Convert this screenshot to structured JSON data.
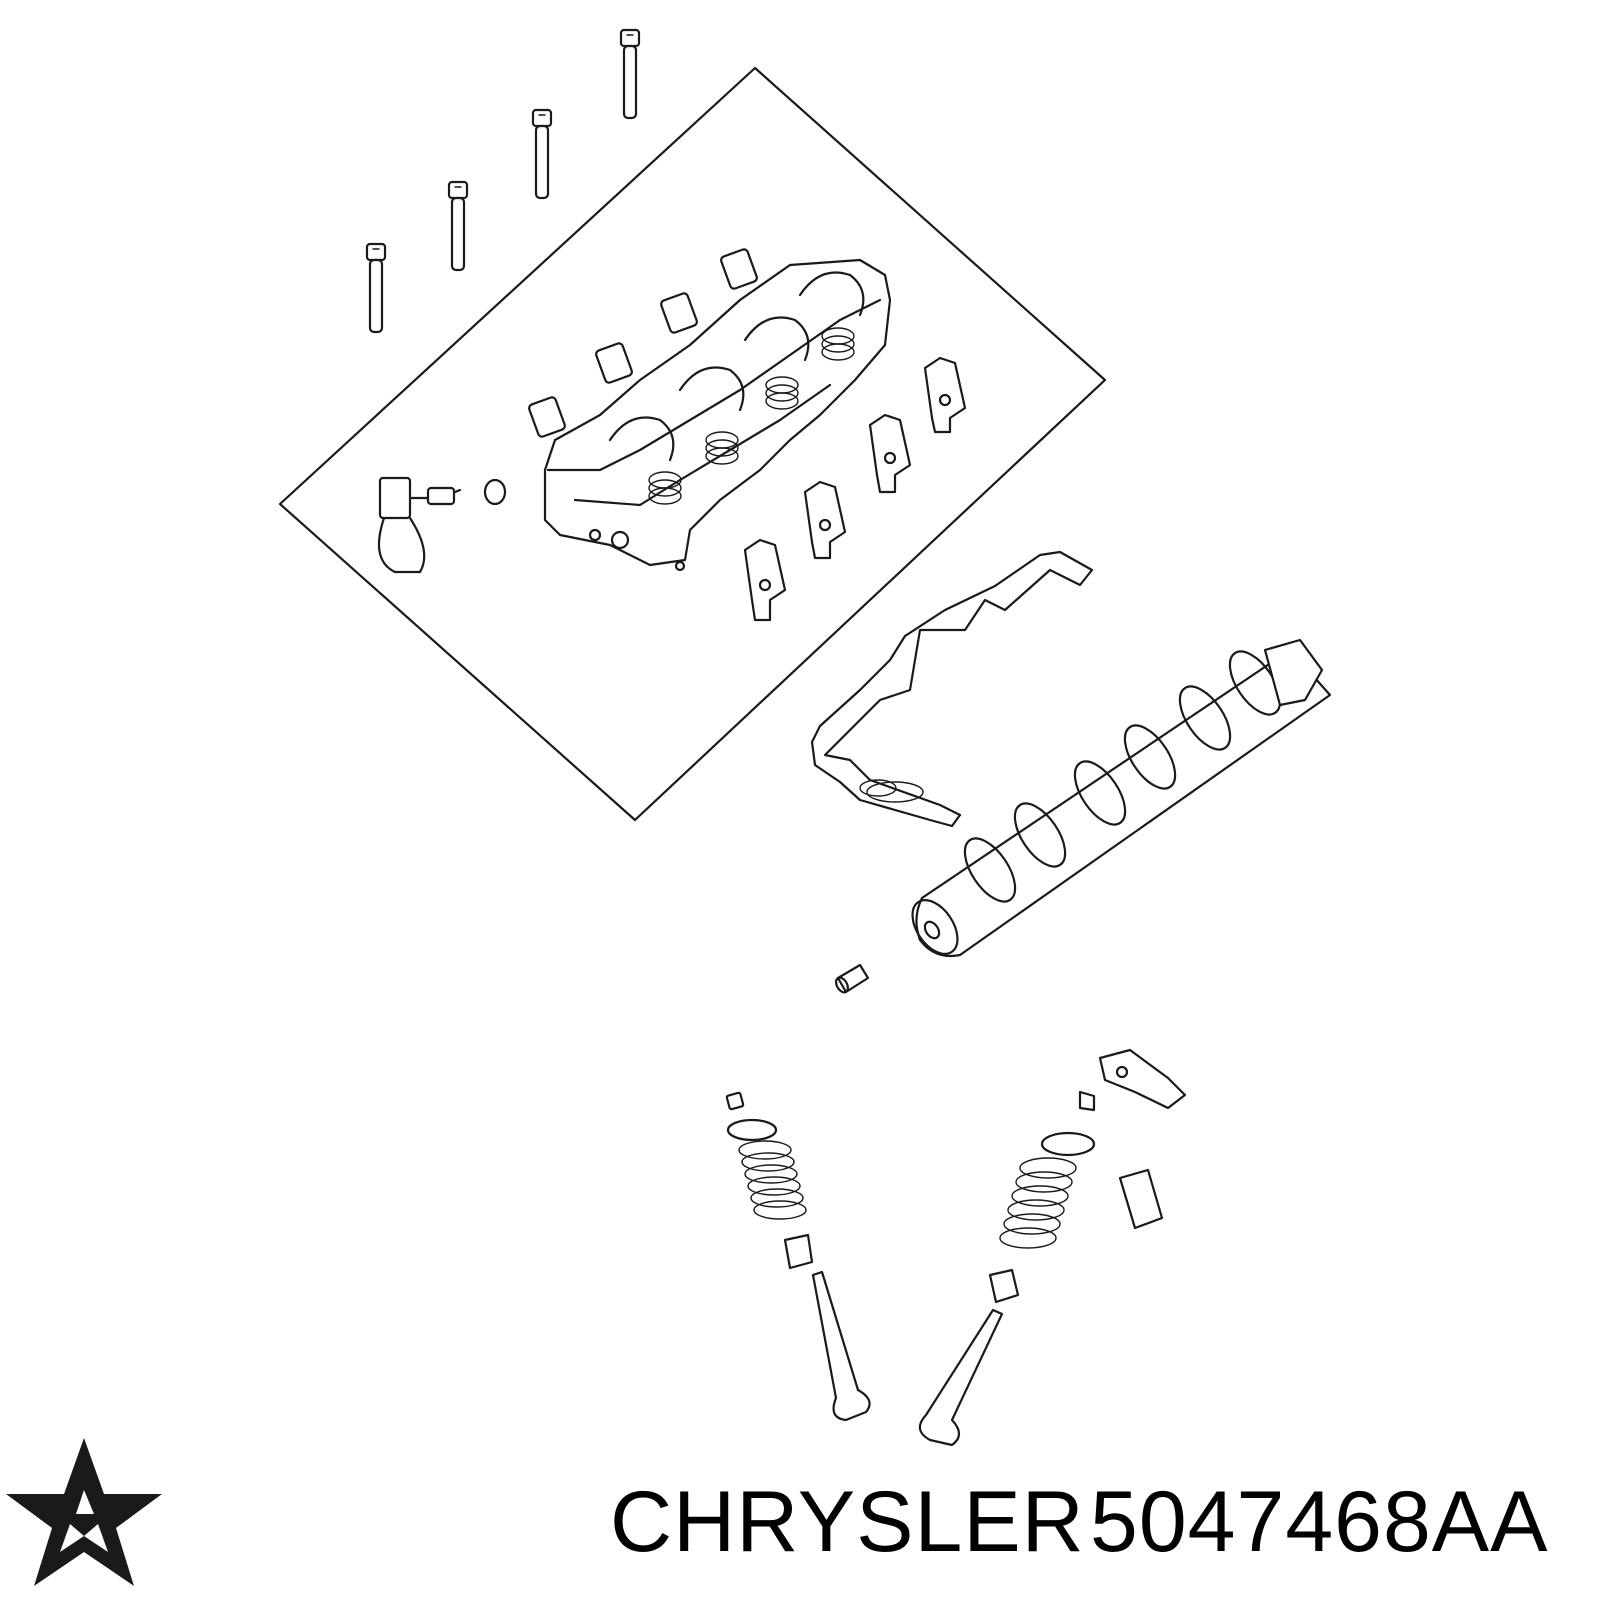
{
  "brand": {
    "name": "CHRYSLER",
    "part_number": "5047468AA",
    "logo_icon": "chrysler-pentastar-icon"
  },
  "diagram": {
    "subject": "cylinder-head-valvetrain-exploded-view",
    "line_color": "#1a1a1a",
    "background": "#ffffff"
  }
}
